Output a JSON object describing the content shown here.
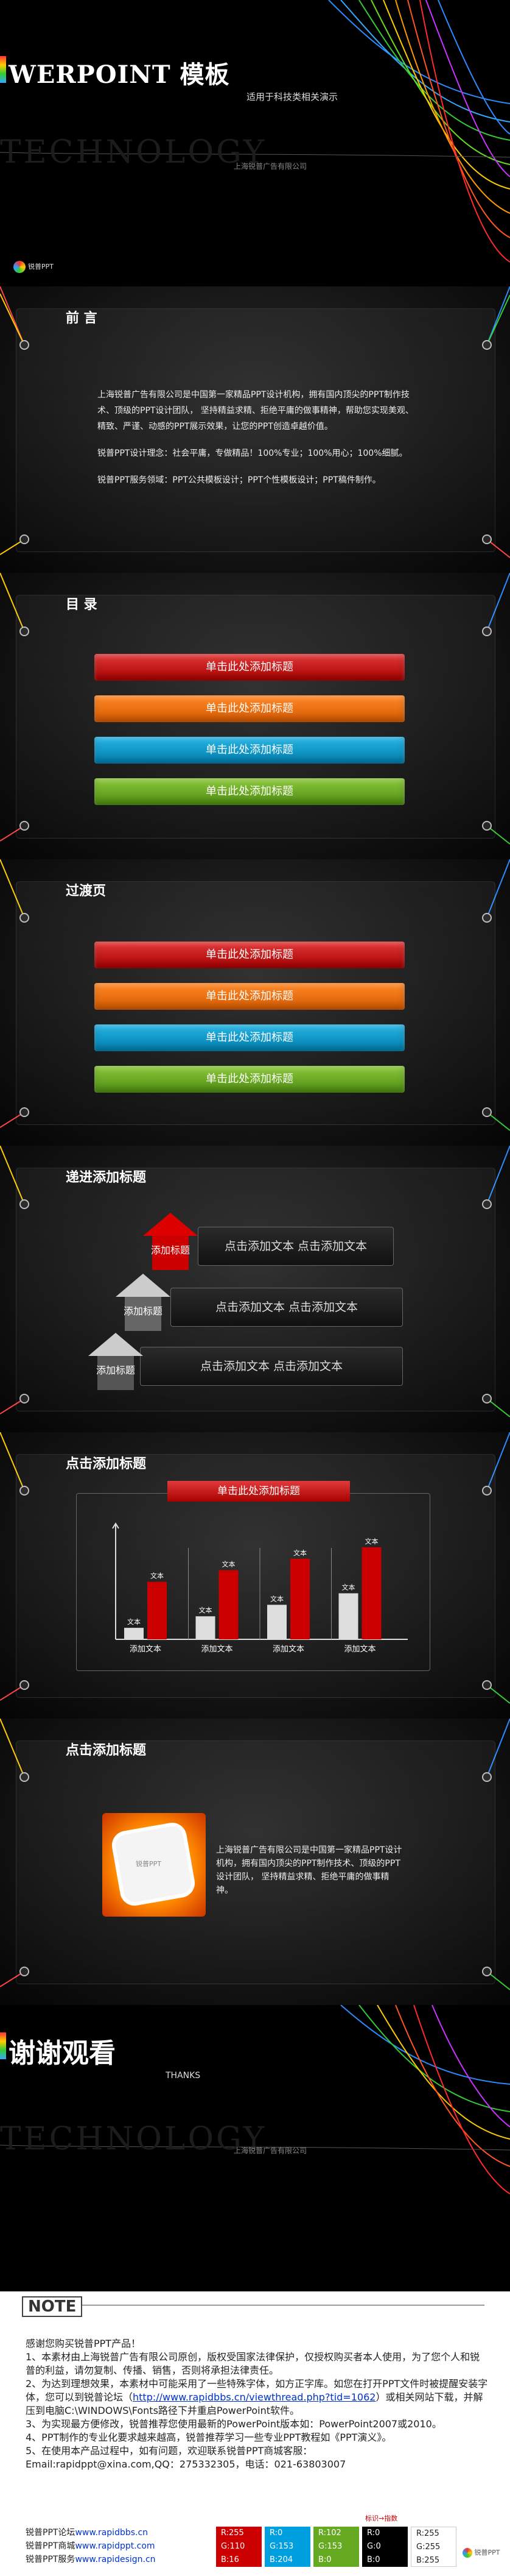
{
  "cover": {
    "title": "WERPOINT 模板",
    "subtitle": "适用于科技类相关演示",
    "watermark": "TECHNOLOGY",
    "company": "上海锐普广告有限公司",
    "logo_text": "锐普PPT"
  },
  "slide2": {
    "title": "前 言",
    "paragraphs": [
      "上海锐普广告有限公司是中国第一家精品PPT设计机构，拥有国内顶尖的PPT制作技术、顶级的PPT设计团队， 坚持精益求精、拒绝平庸的做事精神，帮助您实现美观、精致、严谨、动感的PPT展示效果，让您的PPT创造卓越价值。",
      "锐普PPT设计理念：社会平庸，专做精品！100%专业；100%用心；100%细腻。",
      "锐普PPT服务领域：PPT公共模板设计；PPT个性模板设计；PPT稿件制作。"
    ]
  },
  "slide3": {
    "title": "目 录",
    "bars": [
      "单击此处添加标题",
      "单击此处添加标题",
      "单击此处添加标题",
      "单击此处添加标题"
    ]
  },
  "slide4": {
    "title": "过渡页",
    "bars": [
      "单击此处添加标题",
      "单击此处添加标题",
      "单击此处添加标题",
      "单击此处添加标题"
    ]
  },
  "slide5": {
    "title": "递进添加标题",
    "steps": [
      {
        "arrow": "添加标题",
        "text": "点击添加文本 点击添加文本"
      },
      {
        "arrow": "添加标题",
        "text": "点击添加文本 点击添加文本"
      },
      {
        "arrow": "添加标题",
        "text": "点击添加文本 点击添加文本"
      }
    ]
  },
  "slide6": {
    "title": "点击添加标题",
    "chart_title": "单击此处添加标题"
  },
  "chart_data": {
    "type": "bar",
    "title": "单击此处添加标题",
    "categories": [
      "添加文本",
      "添加文本",
      "添加文本",
      "添加文本"
    ],
    "series": [
      {
        "color": "#dddddd",
        "values": [
          1,
          2,
          3,
          4
        ],
        "labels": [
          "文本",
          "文本",
          "文本",
          "文本"
        ]
      },
      {
        "color": "#cc0000",
        "values": [
          5,
          6,
          7,
          8
        ],
        "labels": [
          "文本",
          "文本",
          "文本",
          "文本"
        ]
      }
    ]
  },
  "slide7": {
    "title": "点击添加标题",
    "text": "上海锐普广告有限公司是中国第一家精品PPT设计机构，拥有国内顶尖的PPT制作技术、顶级的PPT设计团队， 坚持精益求精、拒绝平庸的做事精神。",
    "frame_label": "锐普PPT"
  },
  "ending": {
    "title": "谢谢观看",
    "subtitle": "THANKS",
    "watermark": "TECHNOLOGY",
    "company": "上海锐普广告有限公司"
  },
  "notes": {
    "header": "NOTE",
    "lines": [
      "感谢您购买锐普PPT产品！",
      "1、本素材由上海锐普广告有限公司原创，版权受国家法律保护，仅授权购买者本人使用，为了您个人和锐普的利益，请勿复制、传播、销售，否则将承担法律责任。",
      "2、为达到理想效果，本素材中可能采用了一些特殊字体，如方正字库。如您在打开PPT文件时被提醒安装字体，您可以到锐普论坛（",
      "http://www.rapidbbs.cn/viewthread.php?tid=1062",
      "）或相关网站下载，并解压到电脑C:\\WINDOWS\\Fonts路径下并重启PowerPoint软件。",
      "3、为实现最方便修改，锐普推荐您使用最新的PowerPoint版本如：PowerPoint2007或2010。",
      "4、PPT制作的专业化要求越来越高，锐普推荐学习一些专业PPT教程如《PPT演义》。",
      "5、在使用本产品过程中，如有问题，欢迎联系锐普PPT商城客服：",
      "Email:rapidppt@xina.com,QQ：275332305，电话：021-63803007"
    ],
    "links": [
      {
        "label": "锐普PPT论坛",
        "url": "www.rapidbbs.cn"
      },
      {
        "label": "锐普PPT商城",
        "url": "www.rapidppt.com"
      },
      {
        "label": "锐普PPT服务",
        "url": "www.rapidesign.cn"
      }
    ],
    "swatch_header": "标识→指数",
    "swatches": [
      {
        "color": "#cc0000",
        "lines": [
          "R:255",
          "G:110",
          "B:16"
        ]
      },
      {
        "color": "#00a0e0",
        "lines": [
          "R:0",
          "G:153",
          "B:204"
        ]
      },
      {
        "color": "#66aa22",
        "lines": [
          "R:102",
          "G:153",
          "B:0"
        ]
      },
      {
        "color": "#000000",
        "lines": [
          "R:0",
          "G:0",
          "B:0"
        ]
      },
      {
        "color": "#ffffff",
        "lines": [
          "R:255",
          "G:255",
          "B:255"
        ]
      }
    ],
    "logo_text": "锐普PPT"
  }
}
